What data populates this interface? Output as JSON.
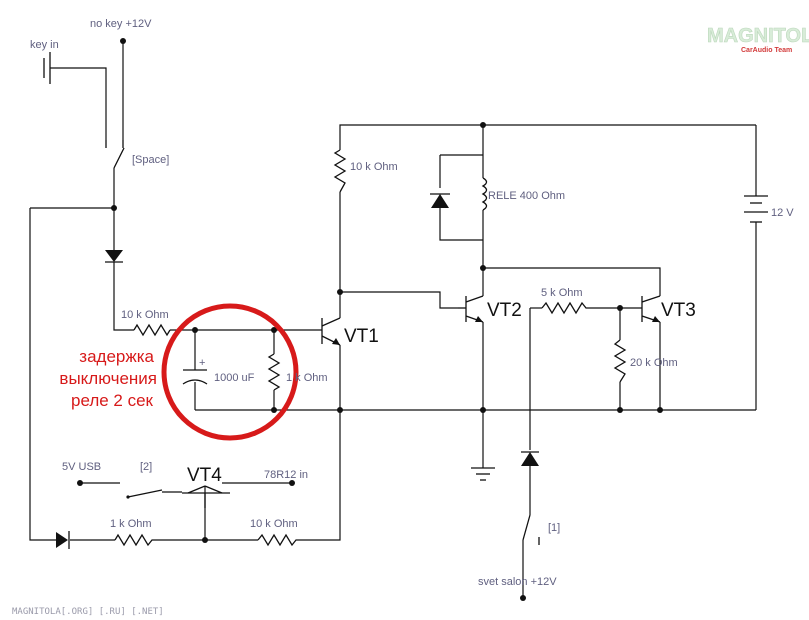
{
  "labels": {
    "no_key": "no key +12V",
    "key_in": "key in",
    "space": "[Space]",
    "r_10k_left": "10 k Ohm",
    "r_10k_top": "10 k Ohm",
    "rele": "RELE 400 Ohm",
    "v12": "12 V",
    "r_5k": "5 k Ohm",
    "r_20k": "20 k Ohm",
    "cap_1000": "1000 uF",
    "r_1k_mid": "1 k Ohm",
    "usb": "5V USB",
    "sw2": "[2]",
    "in_78": "78R12 in",
    "r_1k_bottom": "1 k Ohm",
    "r_10k_bottom": "10 k Ohm",
    "sw1": "[1]",
    "svet": "svet salon +12V"
  },
  "transistors": {
    "vt1": "VT1",
    "vt2": "VT2",
    "vt3": "VT3",
    "vt4": "VT4"
  },
  "annotation": {
    "line1": "задержка",
    "line2": "выключения",
    "line3": "реле 2 сек",
    "color": "#d71a1a"
  },
  "logo": {
    "main": "MAGNITOLA",
    "sub": "CarAudio Team"
  },
  "footer": "MAGNITOLA[.ORG] [.RU] [.NET]"
}
